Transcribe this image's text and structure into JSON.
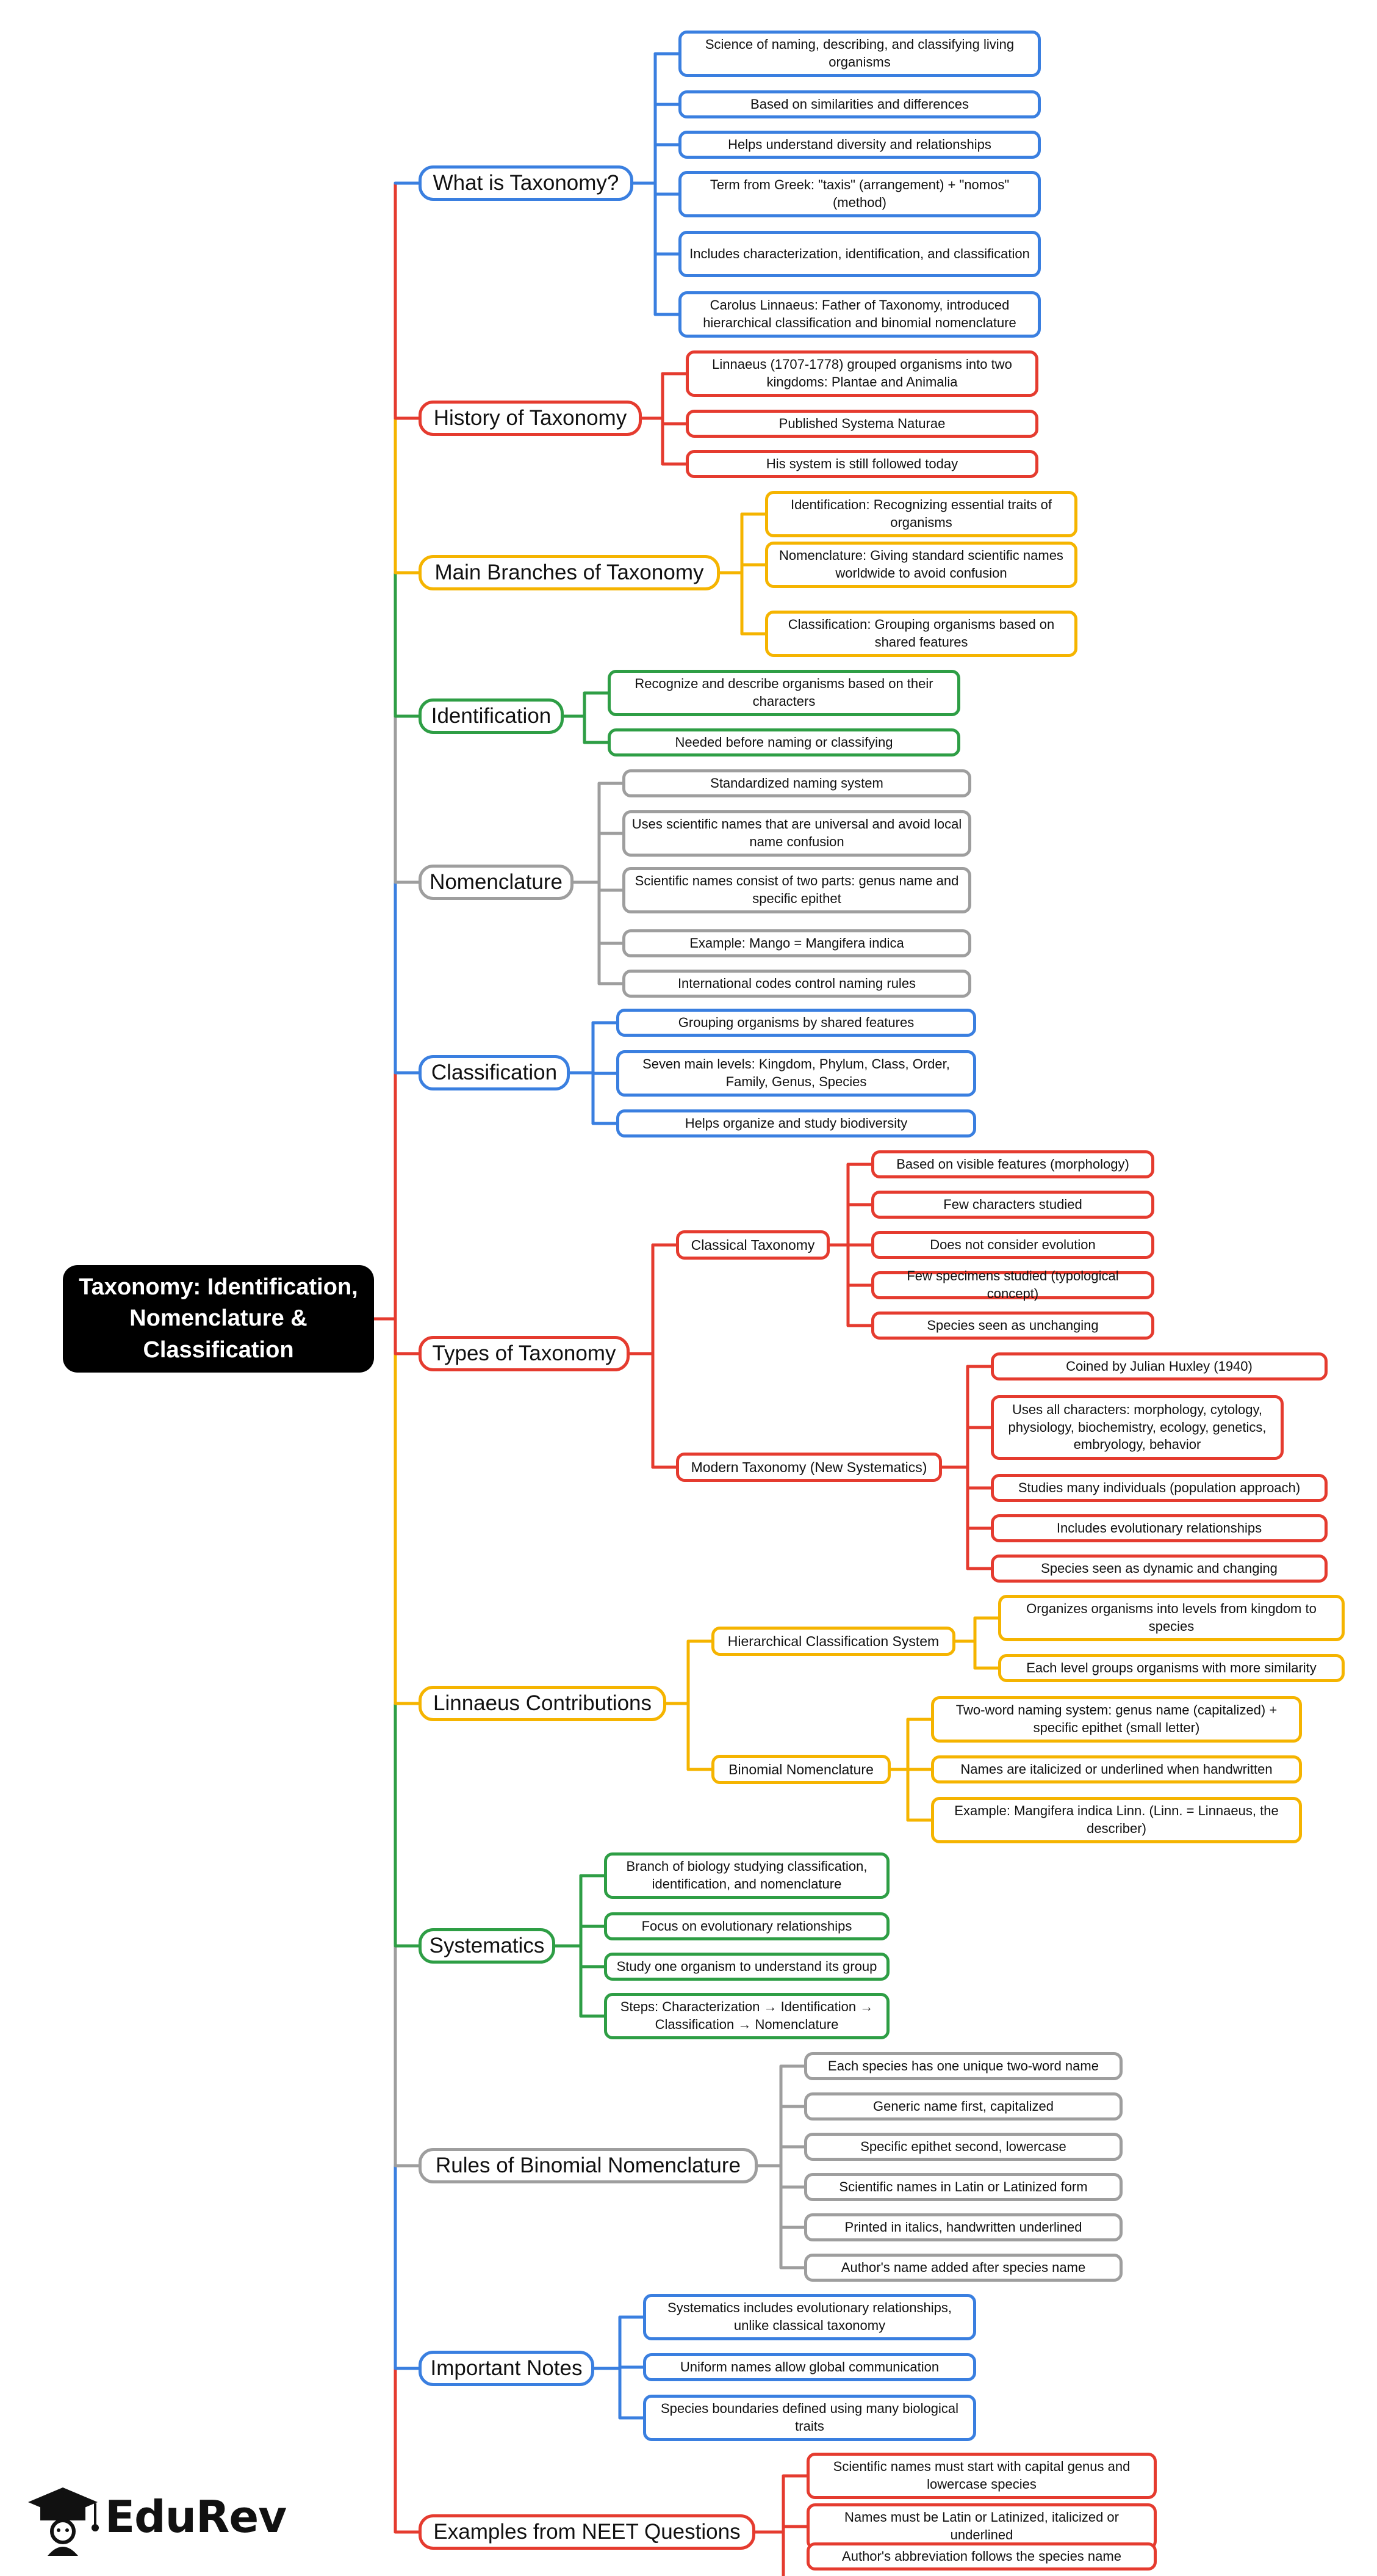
{
  "root": {
    "title": "Taxonomy: Identification, Nomenclature & Classification"
  },
  "colors": {
    "blue": "#3a7fe0",
    "red": "#e53b2f",
    "yellow": "#f5b400",
    "green": "#2e9e45",
    "gray": "#9e9e9e"
  },
  "branches": [
    {
      "label": "What is Taxonomy?",
      "color": "blue",
      "items": [
        "Science of naming, describing, and classifying living organisms",
        "Based on similarities and differences",
        "Helps understand diversity and relationships",
        "Term from Greek: \"taxis\" (arrangement) + \"nomos\" (method)",
        "Includes characterization, identification, and classification",
        "Carolus Linnaeus: Father of Taxonomy, introduced hierarchical classification and binomial nomenclature"
      ]
    },
    {
      "label": "History of Taxonomy",
      "color": "red",
      "items": [
        "Linnaeus (1707-1778) grouped organisms into two kingdoms: Plantae and Animalia",
        "Published Systema Naturae",
        "His system is still followed today"
      ]
    },
    {
      "label": "Main Branches of Taxonomy",
      "color": "yellow",
      "items": [
        "Identification: Recognizing essential traits of organisms",
        "Nomenclature: Giving standard scientific names worldwide to avoid confusion",
        "Classification: Grouping organisms based on shared features"
      ]
    },
    {
      "label": "Identification",
      "color": "green",
      "items": [
        "Recognize and describe organisms based on their characters",
        "Needed before naming or classifying"
      ]
    },
    {
      "label": "Nomenclature",
      "color": "gray",
      "items": [
        "Standardized naming system",
        "Uses scientific names that are universal and avoid local name confusion",
        "Scientific names consist of two parts: genus name and specific epithet",
        "Example: Mango = Mangifera indica",
        "International codes control naming rules"
      ]
    },
    {
      "label": "Classification",
      "color": "blue",
      "items": [
        "Grouping organisms by shared features",
        "Seven main levels: Kingdom, Phylum, Class, Order, Family, Genus, Species",
        "Helps organize and study biodiversity"
      ]
    },
    {
      "label": "Types of Taxonomy",
      "color": "red",
      "subs": [
        {
          "label": "Classical Taxonomy",
          "items": [
            "Based on visible features (morphology)",
            "Few characters studied",
            "Does not consider evolution",
            "Few specimens studied (typological concept)",
            "Species seen as unchanging"
          ]
        },
        {
          "label": "Modern Taxonomy (New Systematics)",
          "items": [
            "Coined by Julian Huxley (1940)",
            "Uses all characters: morphology, cytology, physiology, biochemistry, ecology, genetics, embryology, behavior",
            "Studies many individuals (population approach)",
            "Includes evolutionary relationships",
            "Species seen as dynamic and changing"
          ]
        }
      ]
    },
    {
      "label": "Linnaeus Contributions",
      "color": "yellow",
      "subs": [
        {
          "label": "Hierarchical Classification System",
          "items": [
            "Organizes organisms into levels from kingdom to species",
            "Each level groups organisms with more similarity"
          ]
        },
        {
          "label": "Binomial Nomenclature",
          "items": [
            "Two-word naming system: genus name (capitalized) + specific epithet (small letter)",
            "Names are italicized or underlined when handwritten",
            "Example: Mangifera indica Linn. (Linn. = Linnaeus, the describer)"
          ]
        }
      ]
    },
    {
      "label": "Systematics",
      "color": "green",
      "items": [
        "Branch of biology studying classification, identification, and nomenclature",
        "Focus on evolutionary relationships",
        "Study one organism to understand its group",
        "Steps: Characterization → Identification → Classification → Nomenclature"
      ]
    },
    {
      "label": "Rules of Binomial Nomenclature",
      "color": "gray",
      "items": [
        "Each species has one unique two-word name",
        "Generic name first, capitalized",
        "Specific epithet second, lowercase",
        "Scientific names in Latin or Latinized form",
        "Printed in italics, handwritten underlined",
        "Author's name added after species name"
      ]
    },
    {
      "label": "Important Notes",
      "color": "blue",
      "items": [
        "Systematics includes evolutionary relationships, unlike classical taxonomy",
        "Uniform names allow global communication",
        "Species boundaries defined using many biological traits"
      ]
    },
    {
      "label": "Examples from NEET Questions",
      "color": "red",
      "items": [
        "Scientific names must start with capital genus and lowercase species",
        "Names must be Latin or Latinized, italicized or underlined",
        "Author's abbreviation follows the species name"
      ]
    }
  ],
  "logo": {
    "text": "EduRev",
    "icon": "graduation-cap-icon"
  }
}
